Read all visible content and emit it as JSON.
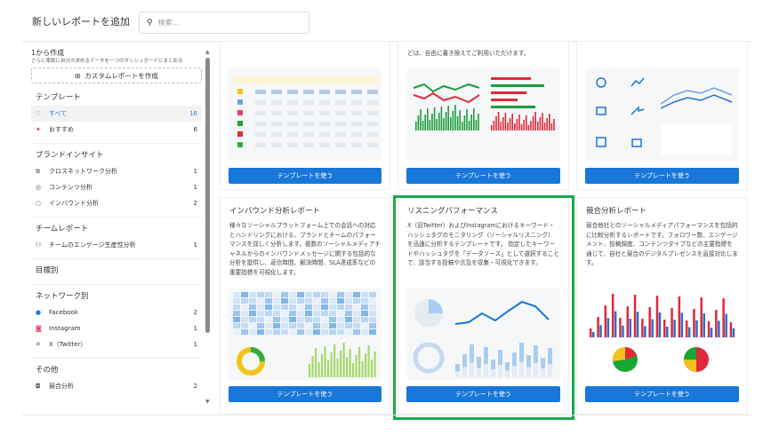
{
  "header": {
    "title": "新しいレポートを追加",
    "search_placeholder": "検索..."
  },
  "sidebar": {
    "create_title": "1から作成",
    "create_desc": "さらに柔軟に自分の求めるデータを一つのダッシュボードにまとめる",
    "custom_button": "カスタムレポートを作成",
    "sections": [
      {
        "title": "テンプレート",
        "items": [
          {
            "label": "すべて",
            "count": "16",
            "icon": "lightbulb-icon"
          },
          {
            "label": "おすすめ",
            "count": "6",
            "icon": "sparkle-icon"
          }
        ]
      },
      {
        "title": "ブランドインサイト",
        "items": [
          {
            "label": "クロスネットワーク分析",
            "count": "1",
            "icon": "cross-network-icon"
          },
          {
            "label": "コンテンツ分析",
            "count": "1",
            "icon": "image-icon"
          },
          {
            "label": "インバウンド分析",
            "count": "2",
            "icon": "chat-icon"
          }
        ]
      },
      {
        "title": "チームレポート",
        "items": [
          {
            "label": "チームのエンゲージ生産性分析",
            "count": "1",
            "icon": "team-icon"
          }
        ]
      },
      {
        "title": "目標別",
        "items": []
      },
      {
        "title": "ネットワーク別",
        "items": [
          {
            "label": "Facebook",
            "count": "2",
            "icon": "facebook-icon"
          },
          {
            "label": "Instagram",
            "count": "1",
            "icon": "instagram-icon"
          },
          {
            "label": "X（Twitter）",
            "count": "1",
            "icon": "x-icon"
          }
        ]
      },
      {
        "title": "その他",
        "items": [
          {
            "label": "競合分析",
            "count": "2",
            "icon": "competitor-icon"
          }
        ]
      }
    ]
  },
  "cards_top": [
    {
      "desc": ""
    },
    {
      "desc": "どは、自由に書き換えてご利用いただけます。"
    },
    {
      "desc": ""
    }
  ],
  "cards": [
    {
      "title": "インバウンド分析レポート",
      "desc": "様々なソーシャルプラットフォーム上での会話への対応とハンドリングにおける、ブランドとチームのパフォーマンスを詳しく分析します。複数のソーシャルメディアチャネルからのインバウンドメッセージに関する包括的な分析を提供し、返信時間、解決時間、SLA達成率などの重要指標を可視化します。"
    },
    {
      "title": "リスニングパフォーマンス",
      "desc": "X（旧Twitter）およびInstagramにおけるキーワード・ハッシュタグのモニタリング（ソーシャルリスニング）を迅速に分析するテンプレートです。 指定したキーワードやハッシュタグを「データソース」として選択することで、該当する投稿や言及を収集・可視化できます。"
    },
    {
      "title": "競合分析レポート",
      "desc": "競合他社とのソーシャルメディアパフォーマンスを包括的に比較分析するレポートです。フォロワー数、エンゲージメント、投稿頻度、コンテンツタイプなどの主要指標を通じて、自社と競合のデジタルプレゼンスを直接対比します。"
    }
  ],
  "use_template_label": "テンプレートを使う",
  "colors": {
    "accent": "#1877d9",
    "highlight": "#16ad4a"
  }
}
